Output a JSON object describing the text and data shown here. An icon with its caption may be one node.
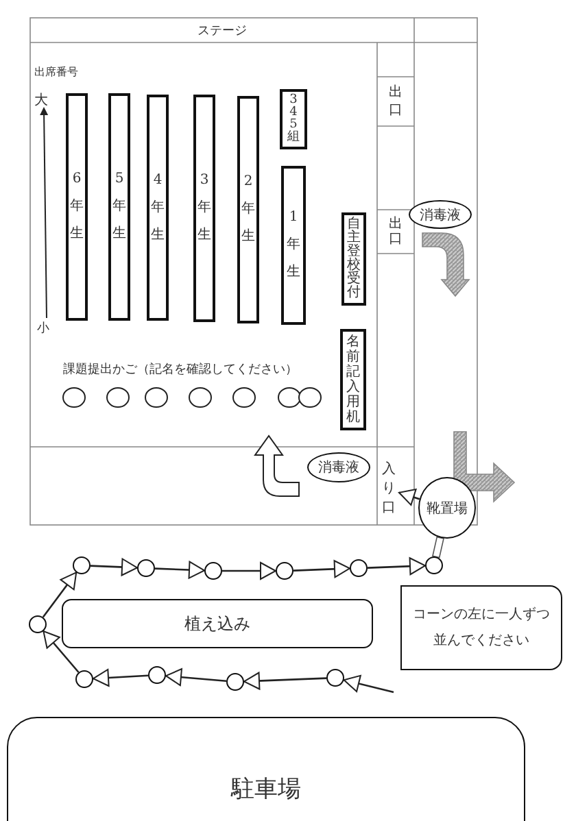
{
  "diagram": {
    "nodes": [
      {
        "text": [
          "ステージ"
        ]
      },
      {
        "text": [
          "6年生"
        ]
      },
      {
        "text": [
          "5年生"
        ]
      },
      {
        "text": [
          "4年生"
        ]
      },
      {
        "text": [
          "3年生"
        ]
      },
      {
        "text": [
          "2年生"
        ]
      },
      {
        "text": [
          "345組"
        ]
      },
      {
        "text": [
          "1年生"
        ]
      },
      {
        "text": [
          "自主登校受付"
        ]
      },
      {
        "text": [
          "名前記入用机"
        ]
      },
      {
        "text": [
          "出口"
        ]
      },
      {
        "text": [
          "出口"
        ]
      },
      {
        "text": [
          "入り口"
        ]
      },
      {
        "text": [
          "消毒液"
        ]
      },
      {
        "text": [
          "消毒液"
        ]
      },
      {
        "text": [
          "靴置場"
        ]
      },
      {
        "text": [
          "植え込み"
        ]
      },
      {
        "text": [
          "コーンの左に一人ずつ並んでください"
        ]
      },
      {
        "text": [
          "駐車場"
        ]
      },
      {
        "text": [],
        "shape": "circle"
      },
      {
        "text": [],
        "shape": "circle"
      },
      {
        "text": [],
        "shape": "circle"
      },
      {
        "text": [],
        "shape": "circle"
      },
      {
        "text": [],
        "shape": "circle"
      },
      {
        "text": [],
        "shape": "circle"
      },
      {
        "text": [],
        "shape": "circle"
      },
      {
        "text": [],
        "shape": "circle"
      },
      {
        "text": [],
        "shape": "circle"
      },
      {
        "text": [],
        "shape": "circle"
      },
      {
        "text": [],
        "shape": "circle"
      }
    ],
    "edges": [
      {
        "from": 15,
        "to": 12,
        "arrow": "to"
      },
      {
        "from": 15,
        "to": 24,
        "arrow": "none"
      },
      {
        "from": null,
        "to": 29,
        "arrow": "to"
      },
      {
        "from": 29,
        "to": 28,
        "arrow": "to"
      },
      {
        "from": 28,
        "to": 27,
        "arrow": "to"
      },
      {
        "from": 27,
        "to": 26,
        "arrow": "to"
      },
      {
        "from": 26,
        "to": 25,
        "arrow": "to"
      },
      {
        "from": 25,
        "to": 19,
        "arrow": "to"
      },
      {
        "from": 19,
        "to": 20,
        "arrow": "to"
      },
      {
        "from": 20,
        "to": 21,
        "arrow": "to"
      },
      {
        "from": 21,
        "to": 22,
        "arrow": "to"
      },
      {
        "from": 22,
        "to": 23,
        "arrow": "to"
      },
      {
        "from": 23,
        "to": 24,
        "arrow": "to"
      }
    ],
    "labels": [
      "出席番号",
      "大",
      "小",
      "課題提出かご（記名を確認してください）"
    ]
  }
}
